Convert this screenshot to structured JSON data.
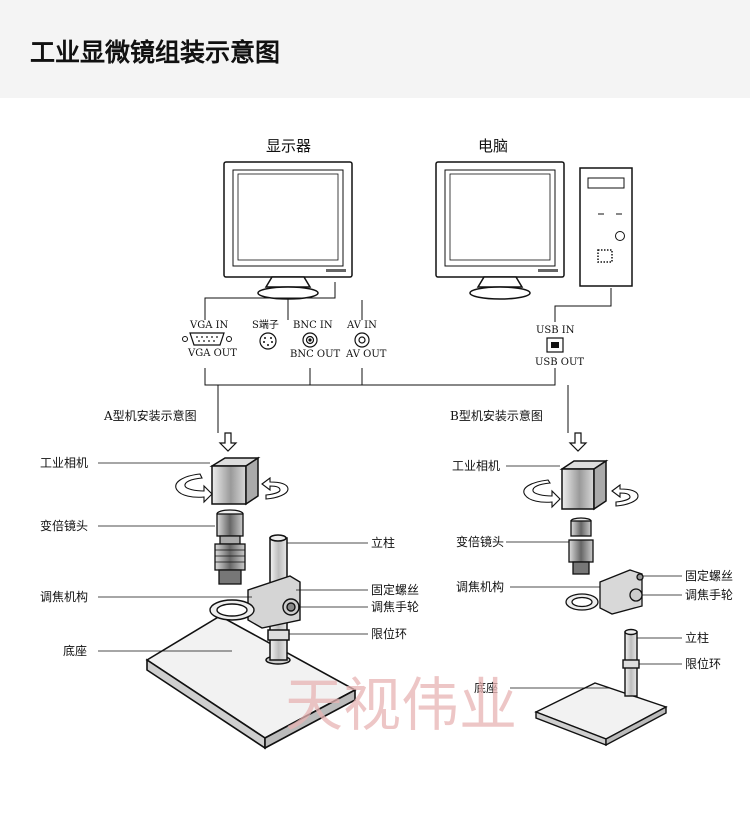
{
  "header": {
    "title": "工业显微镜组装示意图",
    "band_color": "#f4f4f4"
  },
  "devices": {
    "monitor_label": "显示器",
    "computer_label": "电脑"
  },
  "ports": {
    "vga_in": "VGA IN",
    "vga_out": "VGA OUT",
    "s_terminal": "S端子",
    "bnc_in": "BNC IN",
    "bnc_out": "BNC OUT",
    "av_in": "AV IN",
    "av_out": "AV OUT",
    "usb_in": "USB IN",
    "usb_out": "USB OUT"
  },
  "model_a": {
    "title": "A型机安装示意图",
    "labels": {
      "camera": "工业相机",
      "zoom_lens": "变倍镜头",
      "focus_mechanism": "调焦机构",
      "base": "底座",
      "column": "立柱",
      "fixing_screw": "固定螺丝",
      "focus_knob": "调焦手轮",
      "limit_ring": "限位环"
    }
  },
  "model_b": {
    "title": "B型机安装示意图",
    "labels": {
      "camera": "工业相机",
      "zoom_lens": "变倍镜头",
      "focus_mechanism": "调焦机构",
      "fixing_screw": "固定螺丝",
      "focus_knob": "调焦手轮",
      "column": "立柱",
      "limit_ring": "限位环",
      "base": "底座"
    }
  },
  "watermark": {
    "text": "天视伟业",
    "color": "#e8b4b4"
  },
  "icons": [
    "down-arrow-icon",
    "rotate-arrow-icon",
    "vga-port-icon",
    "s-video-port-icon",
    "bnc-port-icon",
    "av-port-icon",
    "usb-port-icon"
  ]
}
